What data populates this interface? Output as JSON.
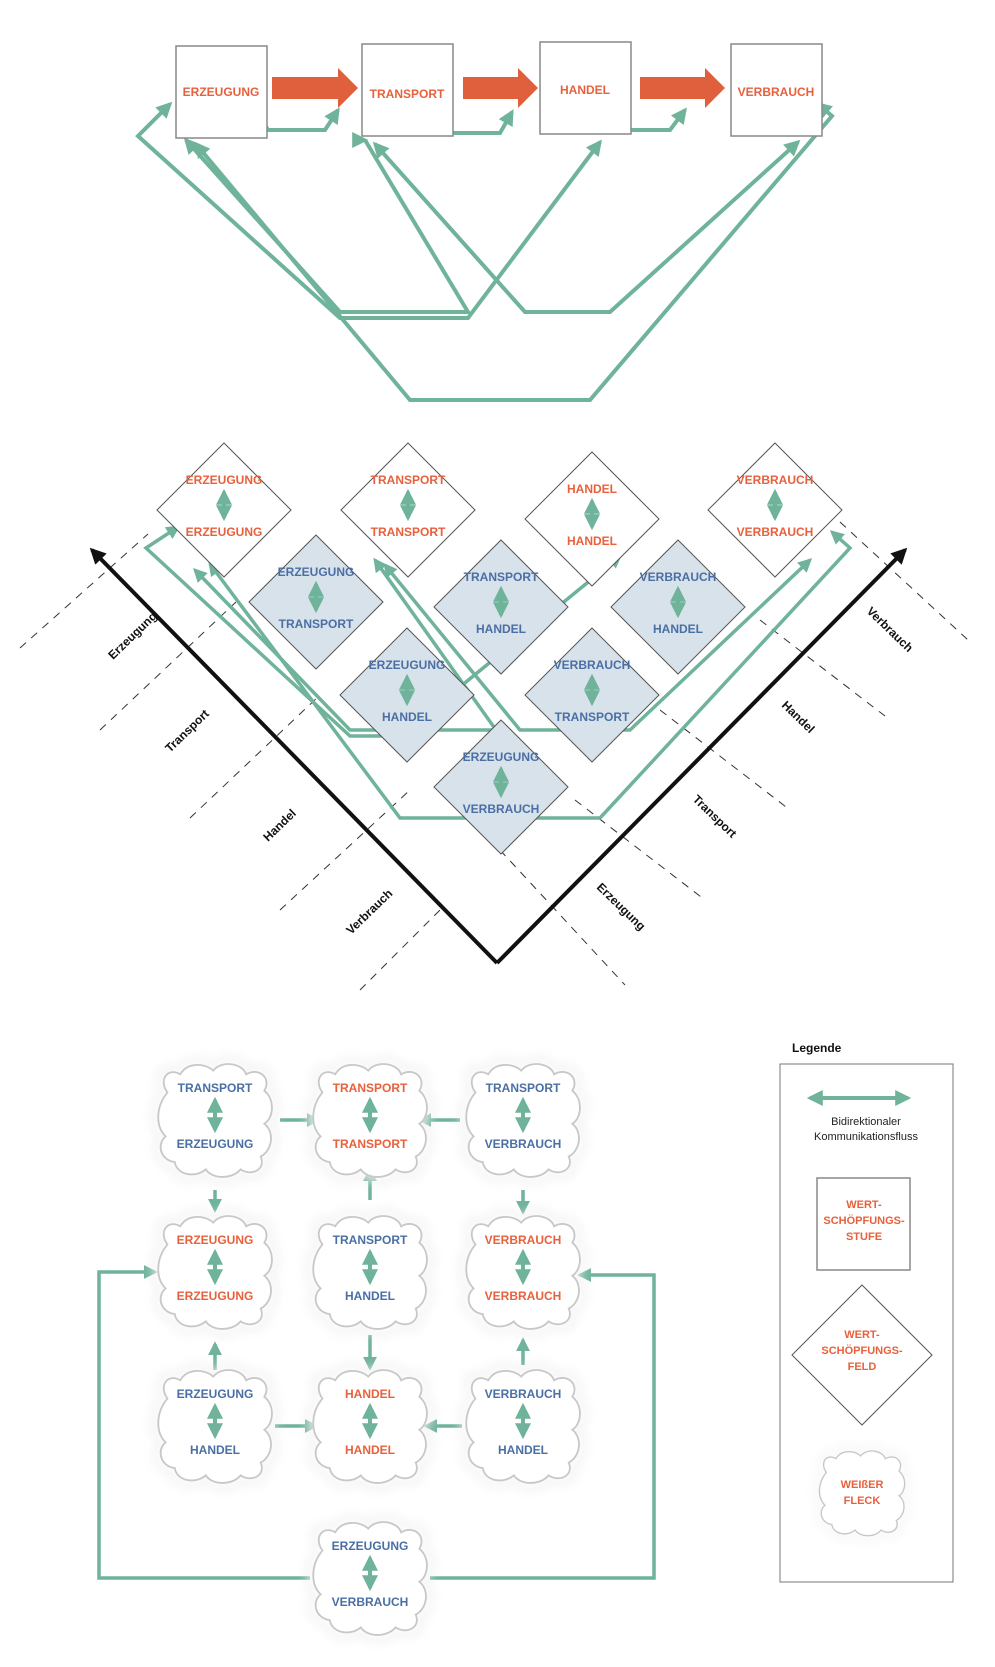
{
  "colors": {
    "flow": "#6fb39a",
    "stage_text": "#e8603c",
    "field_text": "#4a6fa5",
    "stage_arrow": "#e0603e",
    "field_fill": "#d8e2ea"
  },
  "stages": [
    "ERZEUGUNG",
    "TRANSPORT",
    "HANDEL",
    "VERBRAUCH"
  ],
  "axes": {
    "left": [
      "Erzeugung",
      "Transport",
      "Handel",
      "Verbrauch"
    ],
    "right": [
      "Verbrauch",
      "Handel",
      "Transport",
      "Erzeugung"
    ]
  },
  "matrix_top": [
    [
      "ERZEUGUNG",
      "ERZEUGUNG"
    ],
    [
      "TRANSPORT",
      "TRANSPORT"
    ],
    [
      "HANDEL",
      "HANDEL"
    ],
    [
      "VERBRAUCH",
      "VERBRAUCH"
    ]
  ],
  "matrix_fields": [
    [
      "ERZEUGUNG",
      "TRANSPORT"
    ],
    [
      "TRANSPORT",
      "HANDEL"
    ],
    [
      "VERBRAUCH",
      "HANDEL"
    ],
    [
      "ERZEUGUNG",
      "HANDEL"
    ],
    [
      "VERBRAUCH",
      "TRANSPORT"
    ],
    [
      "ERZEUGUNG",
      "VERBRAUCH"
    ]
  ],
  "blobs": [
    [
      "TRANSPORT",
      "ERZEUGUNG"
    ],
    [
      "TRANSPORT",
      "TRANSPORT"
    ],
    [
      "TRANSPORT",
      "VERBRAUCH"
    ],
    [
      "ERZEUGUNG",
      "ERZEUGUNG"
    ],
    [
      "TRANSPORT",
      "HANDEL"
    ],
    [
      "VERBRAUCH",
      "VERBRAUCH"
    ],
    [
      "ERZEUGUNG",
      "HANDEL"
    ],
    [
      "HANDEL",
      "HANDEL"
    ],
    [
      "VERBRAUCH",
      "HANDEL"
    ],
    [
      "ERZEUGUNG",
      "VERBRAUCH"
    ]
  ],
  "legend": {
    "title": "Legende",
    "flow_line1": "Bidirektionaler",
    "flow_line2": "Kommunikationsfluss",
    "stage_line1": "WERT-",
    "stage_line2": "SCHÖPFUNGS-",
    "stage_line3": "STUFE",
    "field_line1": "WERT-",
    "field_line2": "SCHÖPFUNGS-",
    "field_line3": "FELD",
    "spot_line1": "WEIßER",
    "spot_line2": "FLECK"
  }
}
